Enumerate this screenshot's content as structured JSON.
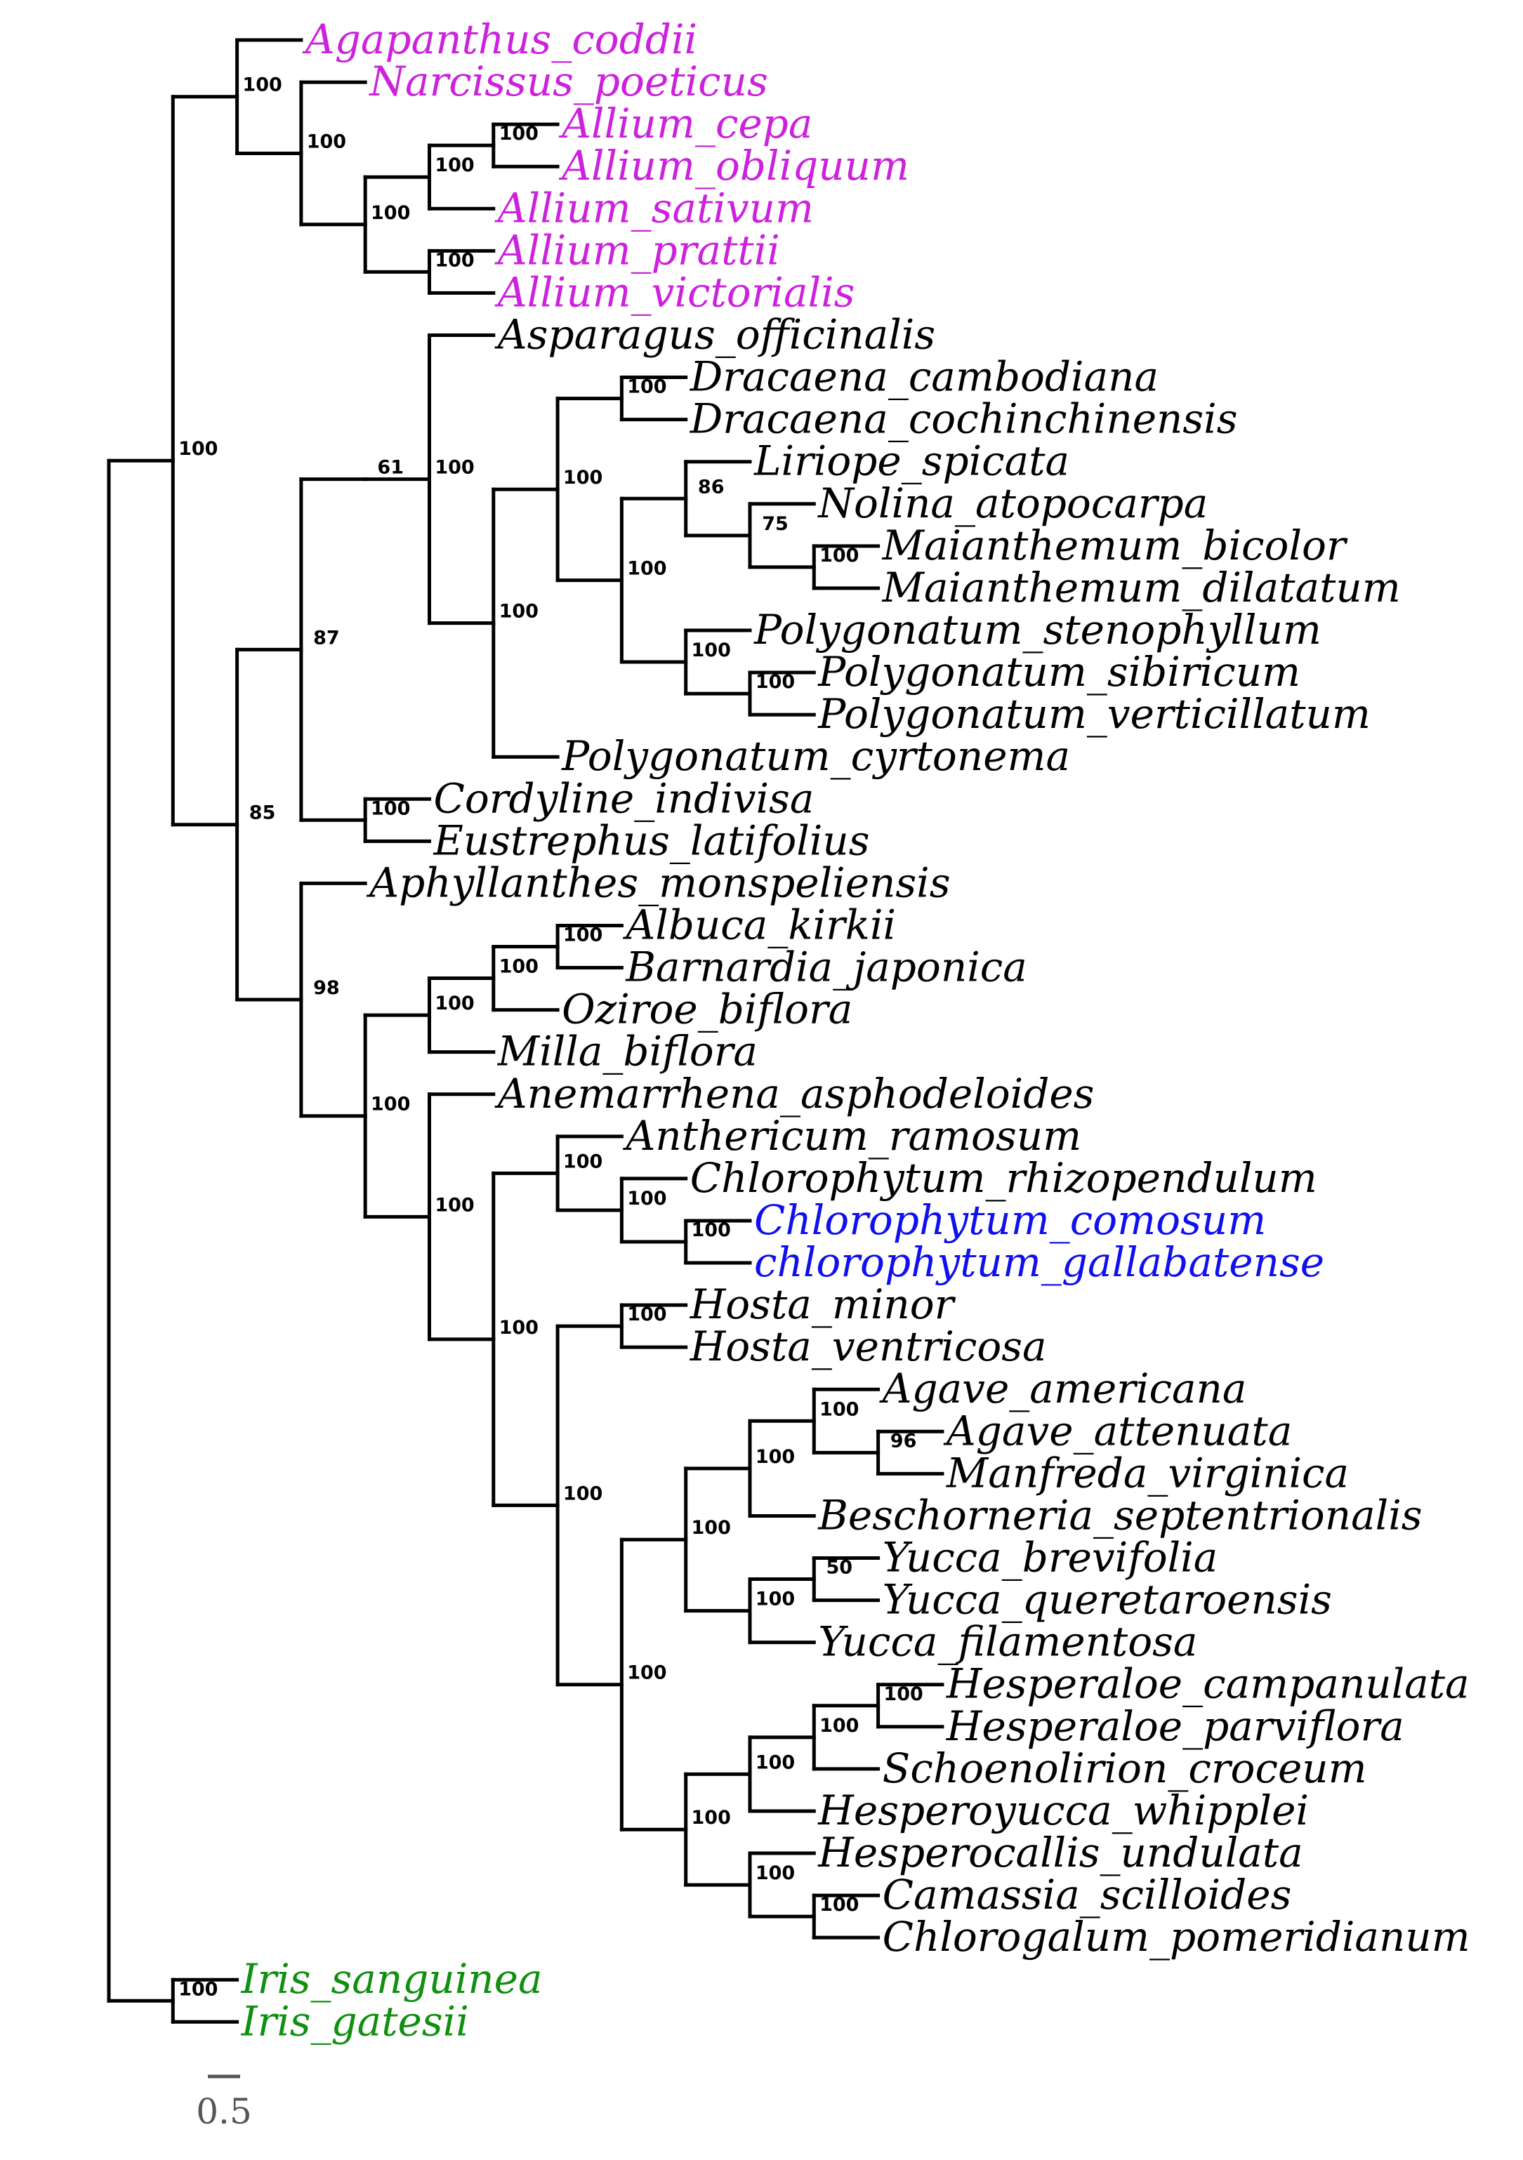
{
  "colors": {
    "branch": "#000000",
    "default_label": "#000000",
    "group_magenta": "#cc22dd",
    "group_blue": "#1010ee",
    "group_green": "#109010",
    "scale": "#555555"
  },
  "tree": {
    "children": [
      {
        "support": "100",
        "children": [
          {
            "support": "100",
            "children": [
              {
                "name": "Agapanthus_coddii",
                "color": "group_magenta"
              },
              {
                "support": "100",
                "children": [
                  {
                    "name": "Narcissus_poeticus",
                    "color": "group_magenta"
                  },
                  {
                    "support": "100",
                    "children": [
                      {
                        "support": "100",
                        "children": [
                          {
                            "support": "100",
                            "children": [
                              {
                                "name": "Allium_cepa",
                                "color": "group_magenta"
                              },
                              {
                                "name": "Allium_obliquum",
                                "color": "group_magenta"
                              }
                            ]
                          },
                          {
                            "name": "Allium_sativum",
                            "color": "group_magenta"
                          }
                        ]
                      },
                      {
                        "support": "100",
                        "children": [
                          {
                            "name": "Allium_prattii",
                            "color": "group_magenta"
                          },
                          {
                            "name": "Allium_victorialis",
                            "color": "group_magenta"
                          }
                        ]
                      }
                    ]
                  }
                ]
              }
            ]
          },
          {
            "support": "85",
            "children": [
              {
                "support": "87",
                "children": [
                  {
                    "support": "61",
                    "children": [
                      {
                        "support": "100",
                        "children": [
                          {
                            "name": "Asparagus_officinalis"
                          },
                          {
                            "support": "100",
                            "children": [
                              {
                                "support": "100",
                                "children": [
                                  {
                                    "support": "100",
                                    "children": [
                                      {
                                        "name": "Dracaena_cambodiana"
                                      },
                                      {
                                        "name": "Dracaena_cochinchinensis"
                                      }
                                    ]
                                  },
                                  {
                                    "support": "100",
                                    "children": [
                                      {
                                        "support": "86",
                                        "children": [
                                          {
                                            "name": "Liriope_spicata"
                                          },
                                          {
                                            "support": "75",
                                            "children": [
                                              {
                                                "name": "Nolina_atopocarpa"
                                              },
                                              {
                                                "support": "100",
                                                "children": [
                                                  {
                                                    "name": "Maianthemum_bicolor"
                                                  },
                                                  {
                                                    "name": "Maianthemum_dilatatum"
                                                  }
                                                ]
                                              }
                                            ]
                                          }
                                        ]
                                      },
                                      {
                                        "support": "100",
                                        "children": [
                                          {
                                            "name": "Polygonatum_stenophyllum"
                                          },
                                          {
                                            "support": "100",
                                            "children": [
                                              {
                                                "name": "Polygonatum_sibiricum"
                                              },
                                              {
                                                "name": "Polygonatum_verticillatum"
                                              }
                                            ]
                                          }
                                        ]
                                      }
                                    ]
                                  }
                                ]
                              },
                              {
                                "name": "Polygonatum_cyrtonema"
                              }
                            ]
                          }
                        ]
                      }
                    ]
                  },
                  {
                    "support": "100",
                    "children": [
                      {
                        "name": "Cordyline_indivisa"
                      },
                      {
                        "name": "Eustrephus_latifolius"
                      }
                    ]
                  }
                ]
              },
              {
                "support": "98",
                "children": [
                  {
                    "name": "Aphyllanthes_monspeliensis"
                  },
                  {
                    "support": "100",
                    "children": [
                      {
                        "support": "100",
                        "children": [
                          {
                            "support": "100",
                            "children": [
                              {
                                "support": "100",
                                "children": [
                                  {
                                    "name": "Albuca_kirkii"
                                  },
                                  {
                                    "name": "Barnardia_japonica"
                                  }
                                ]
                              },
                              {
                                "name": "Oziroe_biflora"
                              }
                            ]
                          },
                          {
                            "name": "Milla_biflora"
                          }
                        ]
                      },
                      {
                        "support": "100",
                        "children": [
                          {
                            "name": "Anemarrhena_asphodeloides"
                          },
                          {
                            "support": "100",
                            "children": [
                              {
                                "support": "100",
                                "children": [
                                  {
                                    "name": "Anthericum_ramosum"
                                  },
                                  {
                                    "support": "100",
                                    "children": [
                                      {
                                        "name": "Chlorophytum_rhizopendulum"
                                      },
                                      {
                                        "support": "100",
                                        "children": [
                                          {
                                            "name": "Chlorophytum_comosum",
                                            "color": "group_blue"
                                          },
                                          {
                                            "name": "chlorophytum_gallabatense",
                                            "color": "group_blue"
                                          }
                                        ]
                                      }
                                    ]
                                  }
                                ]
                              },
                              {
                                "support": "100",
                                "children": [
                                  {
                                    "support": "100",
                                    "children": [
                                      {
                                        "name": "Hosta_minor"
                                      },
                                      {
                                        "name": "Hosta_ventricosa"
                                      }
                                    ]
                                  },
                                  {
                                    "support": "100",
                                    "children": [
                                      {
                                        "support": "100",
                                        "children": [
                                          {
                                            "support": "100",
                                            "children": [
                                              {
                                                "support": "100",
                                                "children": [
                                                  {
                                                    "name": "Agave_americana"
                                                  },
                                                  {
                                                    "support": "96",
                                                    "children": [
                                                      {
                                                        "name": "Agave_attenuata"
                                                      },
                                                      {
                                                        "name": "Manfreda_virginica"
                                                      }
                                                    ]
                                                  }
                                                ]
                                              },
                                              {
                                                "name": "Beschorneria_septentrionalis"
                                              }
                                            ]
                                          },
                                          {
                                            "support": "100",
                                            "children": [
                                              {
                                                "support": "50",
                                                "children": [
                                                  {
                                                    "name": "Yucca_brevifolia"
                                                  },
                                                  {
                                                    "name": "Yucca_queretaroensis"
                                                  }
                                                ]
                                              },
                                              {
                                                "name": "Yucca_filamentosa"
                                              }
                                            ]
                                          }
                                        ]
                                      },
                                      {
                                        "support": "100",
                                        "children": [
                                          {
                                            "support": "100",
                                            "children": [
                                              {
                                                "support": "100",
                                                "children": [
                                                  {
                                                    "support": "100",
                                                    "children": [
                                                      {
                                                        "name": "Hesperaloe_campanulata"
                                                      },
                                                      {
                                                        "name": "Hesperaloe_parviflora"
                                                      }
                                                    ]
                                                  },
                                                  {
                                                    "name": "Schoenolirion_croceum"
                                                  }
                                                ]
                                              },
                                              {
                                                "name": "Hesperoyucca_whipplei"
                                              }
                                            ]
                                          },
                                          {
                                            "support": "100",
                                            "children": [
                                              {
                                                "name": "Hesperocallis_undulata"
                                              },
                                              {
                                                "support": "100",
                                                "children": [
                                                  {
                                                    "name": "Camassia_scilloides"
                                                  },
                                                  {
                                                    "name": "Chlorogalum_pomeridianum"
                                                  }
                                                ]
                                              }
                                            ]
                                          }
                                        ]
                                      }
                                    ]
                                  }
                                ]
                              }
                            ]
                          }
                        ]
                      }
                    ]
                  }
                ]
              }
            ]
          }
        ]
      },
      {
        "support": "100",
        "children": [
          {
            "name": "Iris_sanguinea",
            "color": "group_green"
          },
          {
            "name": "Iris_gatesii",
            "color": "group_green"
          }
        ]
      }
    ]
  },
  "scale_bar": {
    "label": "0.5"
  }
}
